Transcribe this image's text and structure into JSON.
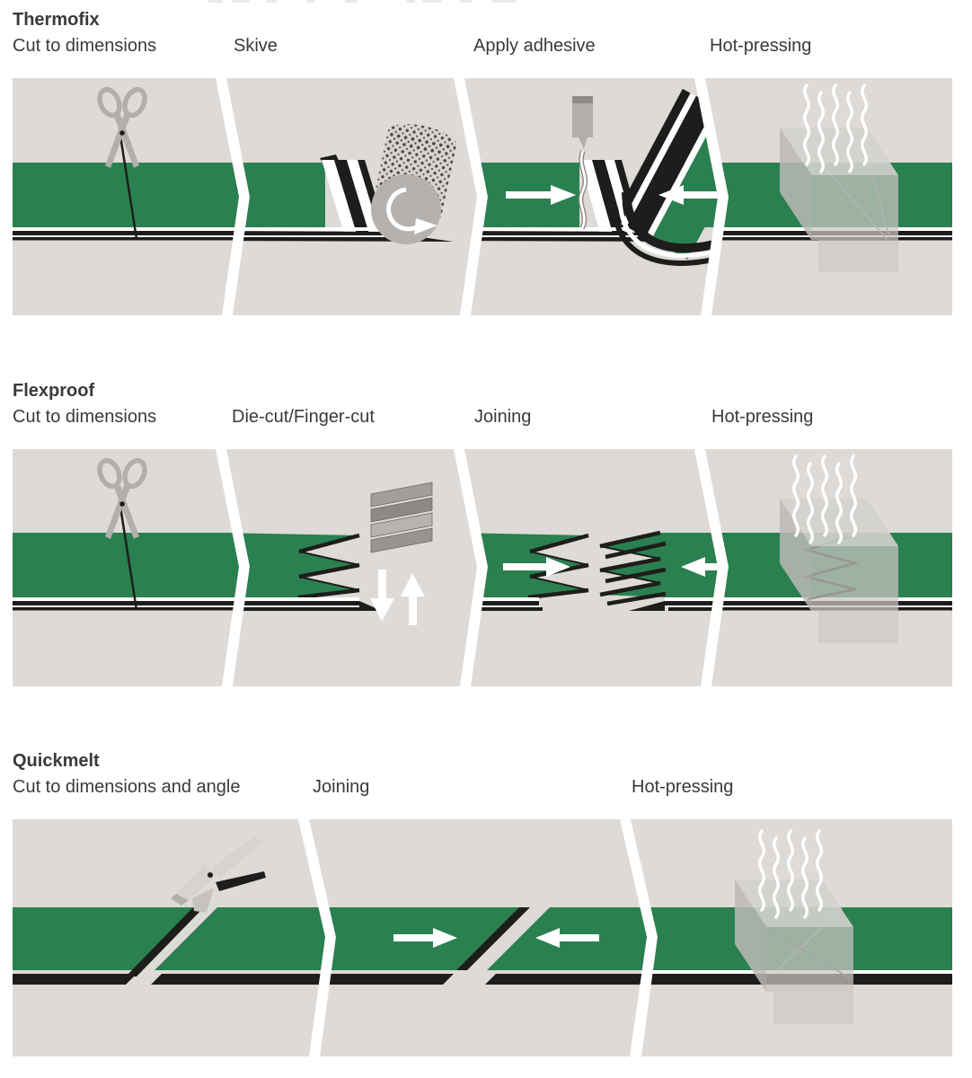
{
  "colors": {
    "panel_bg": "#dedad7",
    "belt_green": "#2b8050",
    "belt_black": "#1d1d1b",
    "tool_gray": "#b2aeab",
    "tool_gray_light": "#d6d3d0",
    "press_gray": "#c9c5c2",
    "text": "#3b3a39",
    "arrow_white": "#ffffff"
  },
  "sections": [
    {
      "title": "Thermofix",
      "steps": [
        {
          "label": "Cut to dimensions",
          "icon": "scissors-icon"
        },
        {
          "label": "Skive",
          "icon": "skiving-roller-icon"
        },
        {
          "label": "Apply adhesive",
          "icon": "adhesive-tube-icon"
        },
        {
          "label": "Hot-pressing",
          "icon": "hot-press-icon"
        }
      ]
    },
    {
      "title": "Flexproof",
      "steps": [
        {
          "label": "Cut to dimensions",
          "icon": "scissors-icon"
        },
        {
          "label": "Die-cut/Finger-cut",
          "icon": "finger-die-icon"
        },
        {
          "label": "Joining",
          "icon": "join-arrows-icon"
        },
        {
          "label": "Hot-pressing",
          "icon": "hot-press-icon"
        }
      ]
    },
    {
      "title": "Quickmelt",
      "steps": [
        {
          "label": "Cut to dimensions and angle",
          "icon": "shears-icon"
        },
        {
          "label": "Joining",
          "icon": "join-arrows-icon"
        },
        {
          "label": "Hot-pressing",
          "icon": "hot-press-icon"
        }
      ]
    }
  ]
}
